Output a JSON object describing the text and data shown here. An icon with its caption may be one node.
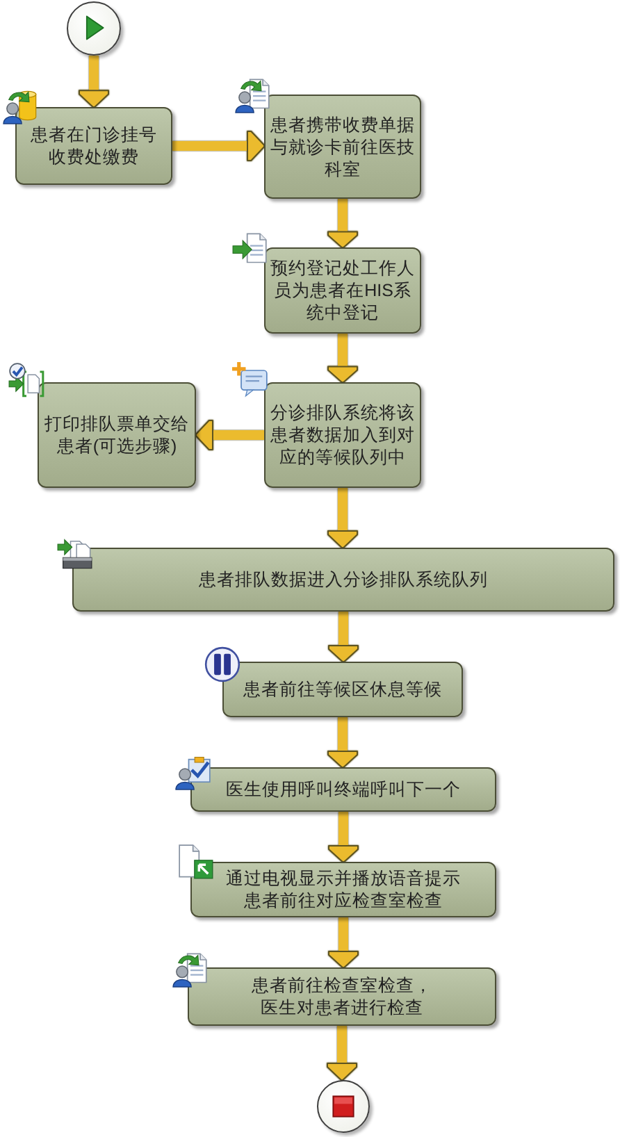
{
  "diagram": {
    "nodes": [
      {
        "text": [],
        "shape": "circle"
      },
      {
        "text": [
          "患者在门诊挂号收费处缴费"
        ]
      },
      {
        "text": [
          "患者携带收费单据与就诊卡前往医技科室"
        ]
      },
      {
        "text": [
          "预约登记处工作人员为患者在HIS系统中登记"
        ]
      },
      {
        "text": [
          "分诊排队系统将该患者数据加入到对应的等候队列中"
        ]
      },
      {
        "text": [
          "打印排队票单交给患者(可选步骤)"
        ]
      },
      {
        "text": [
          "患者排队数据进入分诊排队系统队列"
        ]
      },
      {
        "text": [
          "患者前往等候区休息等候"
        ]
      },
      {
        "text": [
          "医生使用呼叫终端呼叫下一个"
        ]
      },
      {
        "text": [
          "通过电视显示并播放语音提示患者前往对应检查室检查"
        ]
      },
      {
        "text": [
          "患者前往检查室检查，医生对患者进行检查"
        ]
      },
      {
        "text": [],
        "shape": "circle"
      }
    ],
    "edges": [
      {
        "from": 0,
        "to": 1,
        "arrow": "to"
      },
      {
        "from": 1,
        "to": 2,
        "arrow": "to"
      },
      {
        "from": 2,
        "to": 3,
        "arrow": "to"
      },
      {
        "from": 3,
        "to": 4,
        "arrow": "to"
      },
      {
        "from": 4,
        "to": 5,
        "arrow": "to"
      },
      {
        "from": 4,
        "to": 6,
        "arrow": "to"
      },
      {
        "from": 6,
        "to": 7,
        "arrow": "to"
      },
      {
        "from": 7,
        "to": 8,
        "arrow": "to"
      },
      {
        "from": 8,
        "to": 9,
        "arrow": "to"
      },
      {
        "from": 9,
        "to": 10,
        "arrow": "to"
      },
      {
        "from": 10,
        "to": 11,
        "arrow": "to"
      }
    ]
  }
}
